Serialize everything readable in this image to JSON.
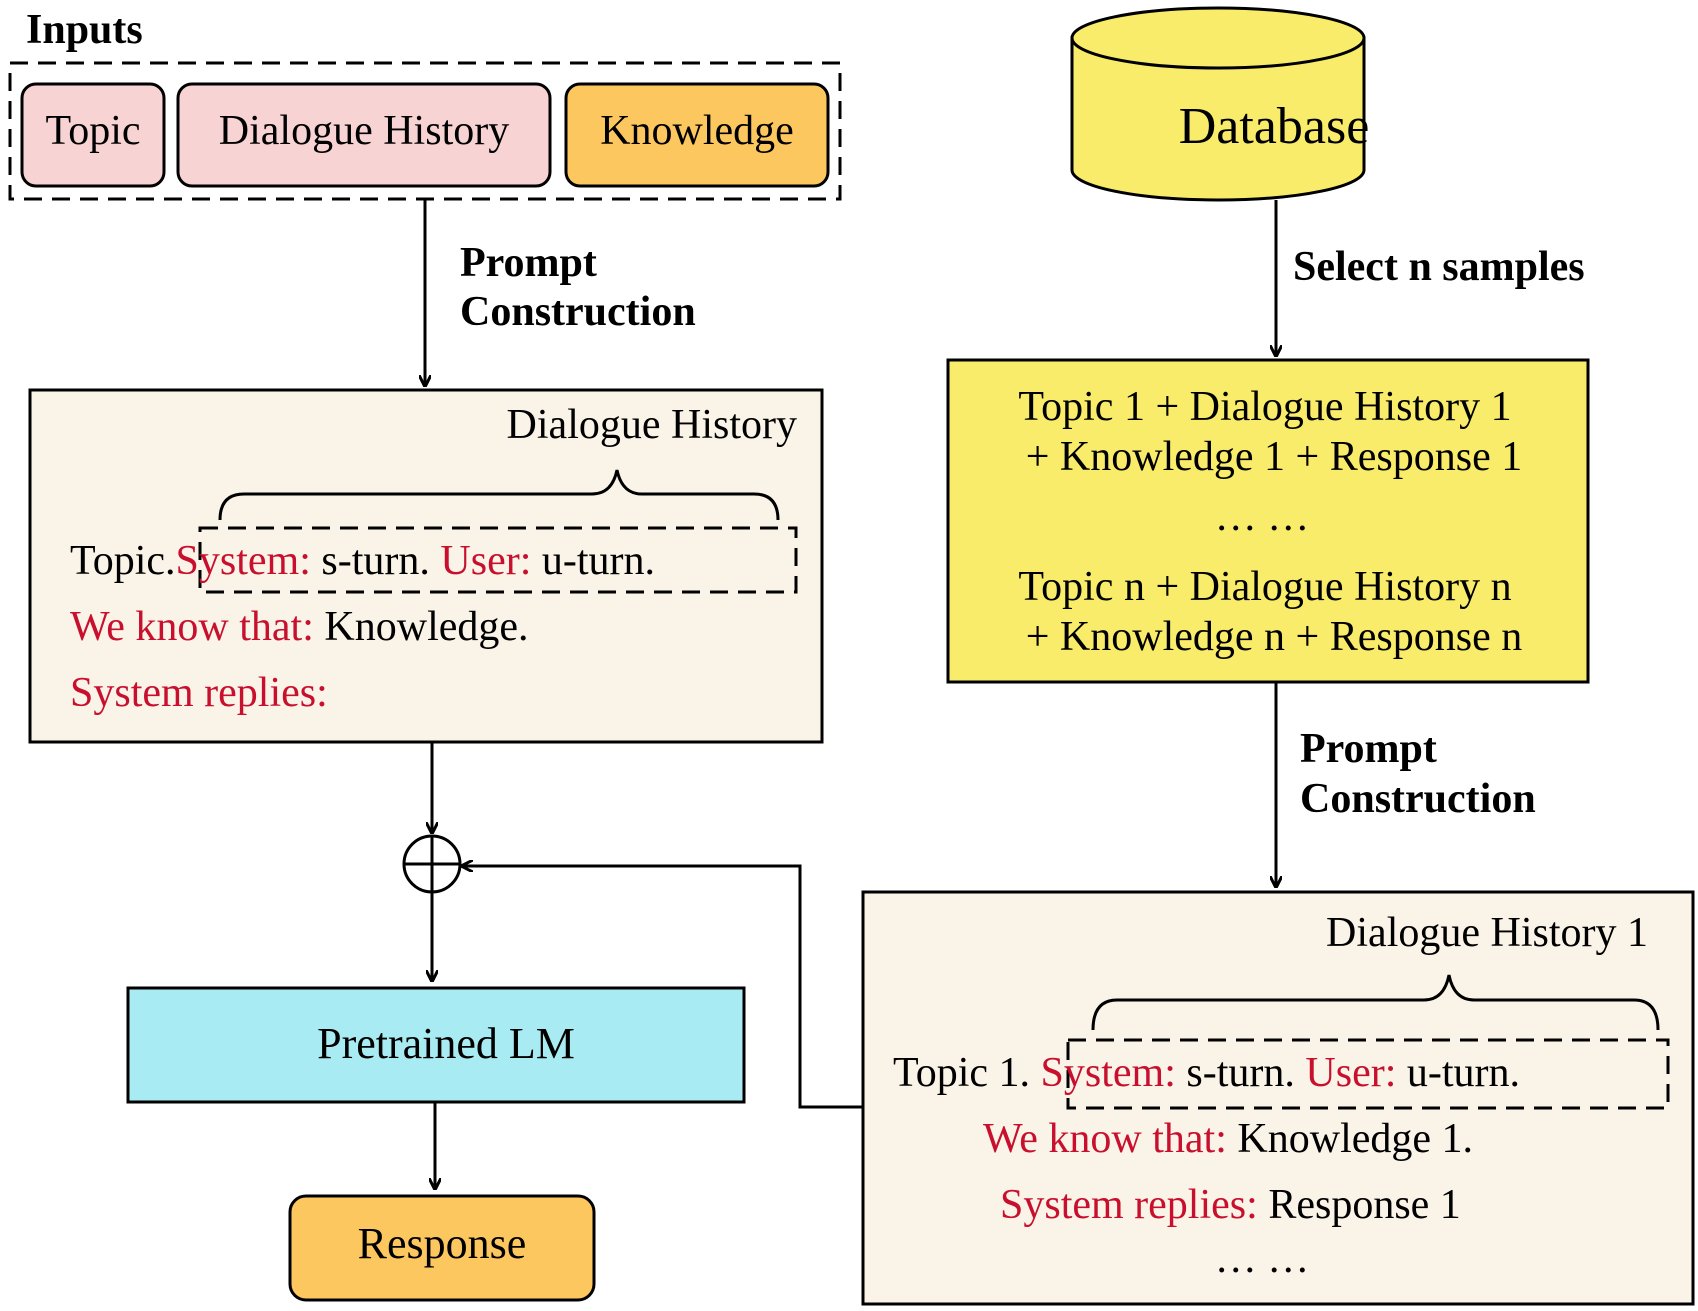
{
  "inputs": {
    "title": "Inputs",
    "topic": "Topic",
    "dialogue_history": "Dialogue History",
    "knowledge": "Knowledge"
  },
  "database": {
    "label": "Database",
    "select_label": "Select n samples"
  },
  "prompt_construction": {
    "line1": "Prompt",
    "line2": "Construction"
  },
  "samples": {
    "line1": "Topic 1 + Dialogue History 1",
    "line2": "+ Knowledge 1 + Response 1",
    "ellipsis": "… …",
    "line3": "Topic n + Dialogue History n",
    "line4": "+ Knowledge n + Response n"
  },
  "prompt_left": {
    "brace_label": "Dialogue History",
    "topic": "Topic.",
    "system": "System:",
    "s_turn": " s-turn. ",
    "user": "User:",
    "u_turn": " u-turn.",
    "we_know": "We know that:",
    "knowledge": " Knowledge.",
    "system_replies": "System replies:"
  },
  "prompt_right": {
    "brace_label": "Dialogue History 1",
    "topic": "Topic 1.",
    "system": "System:",
    "s_turn": " s-turn. ",
    "user": "User:",
    "u_turn": " u-turn.",
    "we_know": "We know that:",
    "knowledge": " Knowledge 1.",
    "system_replies": "System replies:",
    "response": " Response 1",
    "ellipsis": "… …"
  },
  "plus_symbol": "+",
  "pretrained_lm": "Pretrained LM",
  "response": "Response",
  "colors": {
    "input_pink": "#f8d3d3",
    "knowledge_orange": "#fdc75f",
    "database_yellow": "#f8ec6a",
    "prompt_beige": "#faf3e7",
    "lm_cyan": "#a8ebf2",
    "red_text": "#c8102e"
  }
}
